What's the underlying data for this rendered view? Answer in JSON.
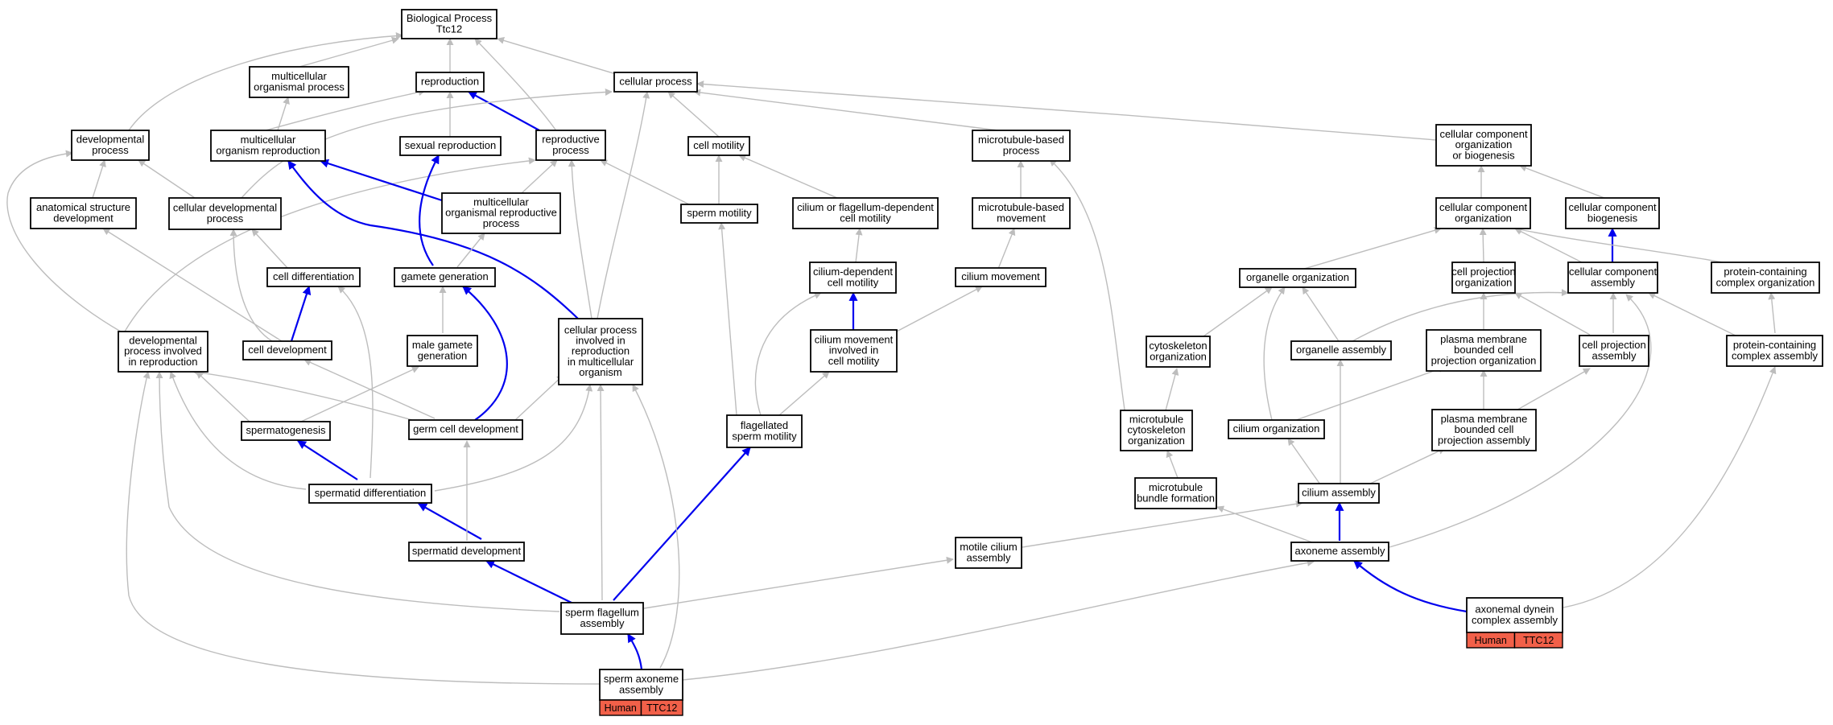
{
  "nodes": [
    {
      "id": "bp",
      "lines": [
        "Biological Process",
        "Ttc12"
      ]
    },
    {
      "id": "mop",
      "lines": [
        "multicellular",
        "organismal process"
      ]
    },
    {
      "id": "repro",
      "lines": [
        "reproduction"
      ]
    },
    {
      "id": "cellproc",
      "lines": [
        "cellular process"
      ]
    },
    {
      "id": "devproc",
      "lines": [
        "developmental",
        "process"
      ]
    },
    {
      "id": "mor",
      "lines": [
        "multicellular",
        "organism reproduction"
      ]
    },
    {
      "id": "sexrepro",
      "lines": [
        "sexual reproduction"
      ]
    },
    {
      "id": "reproproc",
      "lines": [
        "reproductive",
        "process"
      ]
    },
    {
      "id": "cellmot",
      "lines": [
        "cell motility"
      ]
    },
    {
      "id": "mtbp",
      "lines": [
        "microtubule-based",
        "process"
      ]
    },
    {
      "id": "ccob",
      "lines": [
        "cellular component",
        "organization",
        "or biogenesis"
      ]
    },
    {
      "id": "asd",
      "lines": [
        "anatomical structure",
        "development"
      ]
    },
    {
      "id": "cdp",
      "lines": [
        "cellular developmental",
        "process"
      ]
    },
    {
      "id": "morp",
      "lines": [
        "multicellular",
        "organismal reproductive",
        "process"
      ]
    },
    {
      "id": "spermmot",
      "lines": [
        "sperm motility"
      ]
    },
    {
      "id": "cfdcm",
      "lines": [
        "cilium or flagellum-dependent",
        "cell motility"
      ]
    },
    {
      "id": "mtbm",
      "lines": [
        "microtubule-based",
        "movement"
      ]
    },
    {
      "id": "cco",
      "lines": [
        "cellular component",
        "organization"
      ]
    },
    {
      "id": "ccb",
      "lines": [
        "cellular component",
        "biogenesis"
      ]
    },
    {
      "id": "celldiff",
      "lines": [
        "cell differentiation"
      ]
    },
    {
      "id": "gamgen",
      "lines": [
        "gamete generation"
      ]
    },
    {
      "id": "cdcm",
      "lines": [
        "cilium-dependent",
        "cell motility"
      ]
    },
    {
      "id": "cilmov",
      "lines": [
        "cilium movement"
      ]
    },
    {
      "id": "orgorg",
      "lines": [
        "organelle organization"
      ]
    },
    {
      "id": "cporg",
      "lines": [
        "cell projection",
        "organization"
      ]
    },
    {
      "id": "cca",
      "lines": [
        "cellular component",
        "assembly"
      ]
    },
    {
      "id": "pcco",
      "lines": [
        "protein-containing",
        "complex organization"
      ]
    },
    {
      "id": "dpir",
      "lines": [
        "developmental",
        "process involved",
        "in reproduction"
      ]
    },
    {
      "id": "celldev",
      "lines": [
        "cell development"
      ]
    },
    {
      "id": "mgg",
      "lines": [
        "male gamete",
        "generation"
      ]
    },
    {
      "id": "cpimo",
      "lines": [
        "cellular process",
        "involved in",
        "reproduction",
        "in multicellular",
        "organism"
      ]
    },
    {
      "id": "cmicm",
      "lines": [
        "cilium movement",
        "involved in",
        "cell motility"
      ]
    },
    {
      "id": "cytoorg",
      "lines": [
        "cytoskeleton",
        "organization"
      ]
    },
    {
      "id": "orgasm",
      "lines": [
        "organelle assembly"
      ]
    },
    {
      "id": "pmbcpo",
      "lines": [
        "plasma membrane",
        "bounded cell",
        "projection organization"
      ]
    },
    {
      "id": "cpa",
      "lines": [
        "cell projection",
        "assembly"
      ]
    },
    {
      "id": "pcca",
      "lines": [
        "protein-containing",
        "complex assembly"
      ]
    },
    {
      "id": "spermato",
      "lines": [
        "spermatogenesis"
      ]
    },
    {
      "id": "gcd",
      "lines": [
        "germ cell development"
      ]
    },
    {
      "id": "flagsm",
      "lines": [
        "flagellated",
        "sperm motility"
      ]
    },
    {
      "id": "mtco",
      "lines": [
        "microtubule",
        "cytoskeleton",
        "organization"
      ]
    },
    {
      "id": "cilorg",
      "lines": [
        "cilium organization"
      ]
    },
    {
      "id": "pmbcpa",
      "lines": [
        "plasma membrane",
        "bounded cell",
        "projection assembly"
      ]
    },
    {
      "id": "spdiff",
      "lines": [
        "spermatid differentiation"
      ]
    },
    {
      "id": "mtbf",
      "lines": [
        "microtubule",
        "bundle formation"
      ]
    },
    {
      "id": "cilasm",
      "lines": [
        "cilium assembly"
      ]
    },
    {
      "id": "spdev",
      "lines": [
        "spermatid development"
      ]
    },
    {
      "id": "mca",
      "lines": [
        "motile cilium",
        "assembly"
      ]
    },
    {
      "id": "axasm",
      "lines": [
        "axoneme assembly"
      ]
    },
    {
      "id": "sfa",
      "lines": [
        "sperm flagellum",
        "assembly"
      ]
    },
    {
      "id": "adca",
      "lines": [
        "axonemal dynein",
        "complex assembly"
      ],
      "tags": [
        "Human",
        "TTC12"
      ]
    },
    {
      "id": "saa",
      "lines": [
        "sperm axoneme",
        "assembly"
      ],
      "tags": [
        "Human",
        "TTC12"
      ]
    }
  ]
}
